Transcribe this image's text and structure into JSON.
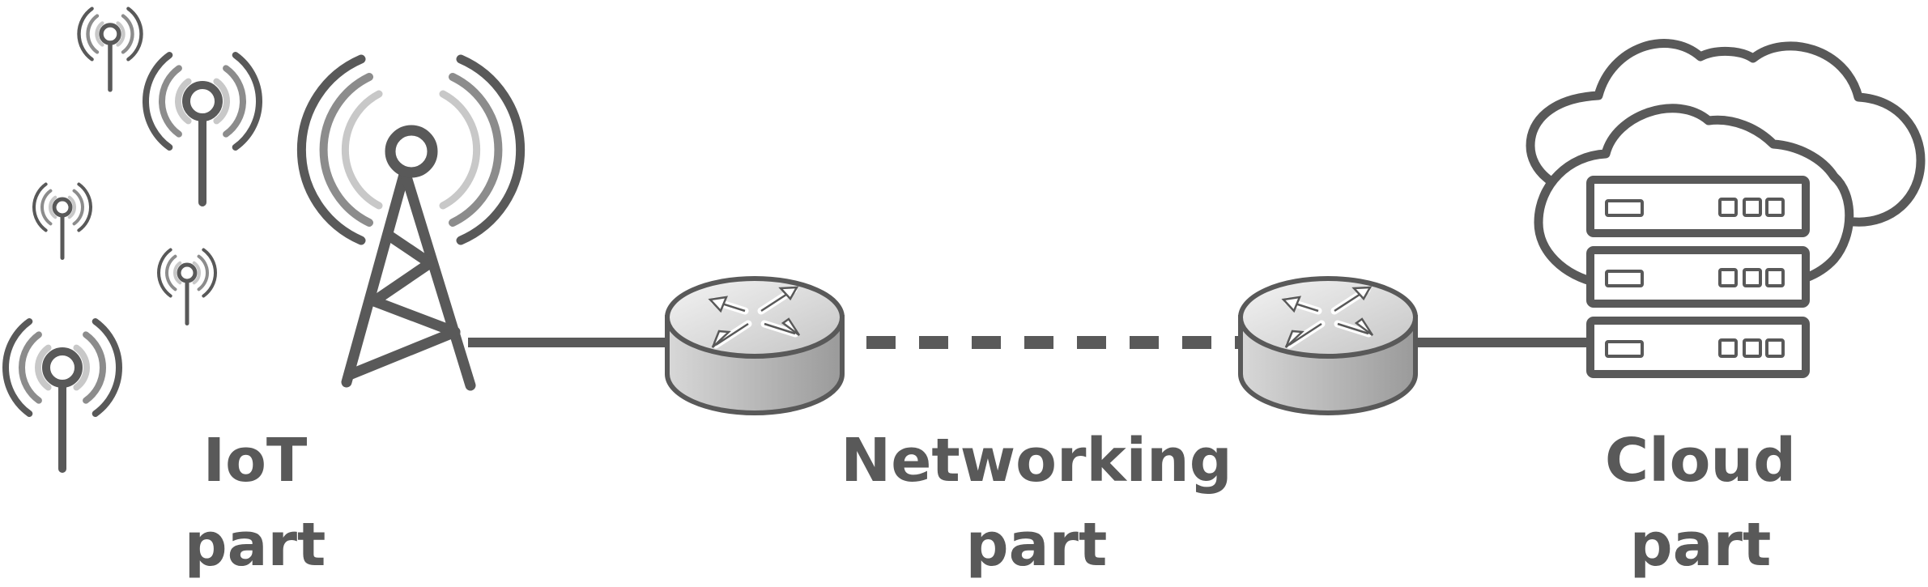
{
  "colors": {
    "stroke": "#595959",
    "wave_light": "#c8c8c8",
    "wave_mid": "#8c8c8c",
    "label_text": "#595959",
    "router_top": "#ececec",
    "router_side": "#b4b4b4",
    "background": "#ffffff"
  },
  "icons": {
    "sensors": "wireless-sensor-icon",
    "tower": "radio-tower-icon",
    "router": "router-icon",
    "cloud": "cloud-icon",
    "server": "server-rack-icon"
  },
  "labels": {
    "iot": {
      "line1": "IoT",
      "line2": "part"
    },
    "networking": {
      "line1": "Networking",
      "line2": "part"
    },
    "cloud": {
      "line1": "Cloud",
      "line2": "part"
    }
  }
}
